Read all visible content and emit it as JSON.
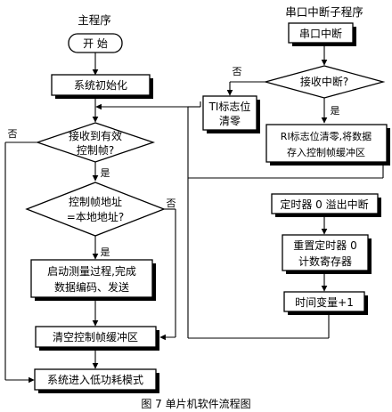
{
  "main_program": {
    "title": "主程序",
    "start": "开  始",
    "init": "系统初始化",
    "decision1": [
      "接收到有效",
      "控制帧?"
    ],
    "decision1_yes": "是",
    "decision1_no": "否",
    "decision2": [
      "控制帧地址",
      "=本地地址?"
    ],
    "decision2_yes": "是",
    "decision2_no": "否",
    "measure": [
      "启动测量过程,完成",
      "数据编码、发送"
    ],
    "clear_buffer": "清空控制帧缓冲区",
    "low_power": "系统进入低功耗模式"
  },
  "uart_isr": {
    "title": "串口中断子程序",
    "entry": "串口中断",
    "decision": "接收中断?",
    "yes": "是",
    "no": "否",
    "ti_clear": [
      "TI标志位",
      "清零"
    ],
    "ri_clear": [
      "RI标志位清零,将数据",
      "存入控制帧缓冲区"
    ]
  },
  "timer_isr": {
    "entry": "定时器 0 溢出中断",
    "reset": [
      "重置定时器 0",
      "计数寄存器"
    ],
    "increment": "时间变量+1"
  },
  "caption": "图 7  单片机软件流程图"
}
